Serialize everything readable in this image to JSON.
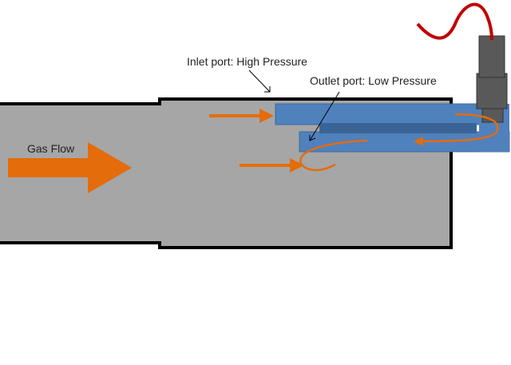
{
  "labels": {
    "gas_flow": "Gas Flow",
    "inlet": "Inlet port: High Pressure",
    "outlet": "Outlet port: Low Pressure"
  },
  "colors": {
    "pipe": "#a6a6a6",
    "tube": "#4f81bd",
    "tube_inner": "#3a6496",
    "flow_arrow": "#e46c0a",
    "sensor": "#595959",
    "wire": "#c00000"
  }
}
